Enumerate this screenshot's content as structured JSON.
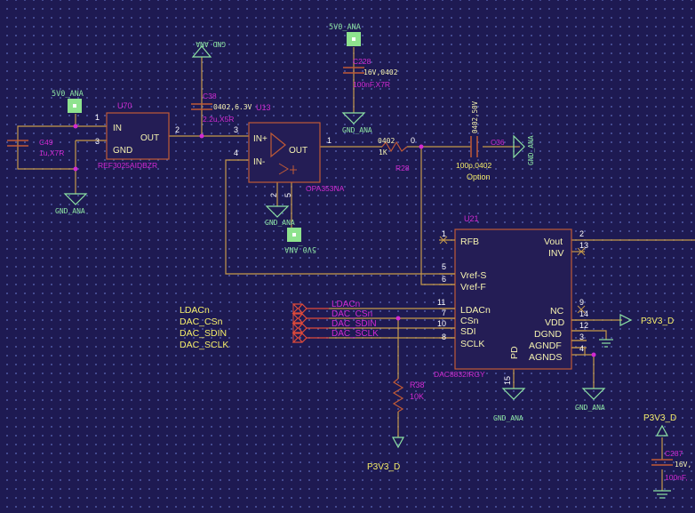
{
  "colors": {
    "background": "#1e1a52",
    "grid_dot": "#4e58a2",
    "component": "#c05a36",
    "component_fill": "#241d55",
    "wire": "#c69a4a",
    "pin": "#f6f3b0",
    "label": "#d22ad2",
    "net_power": "#8de3a4",
    "power_port": "#8ee38e",
    "net_label_yellow": "#f6ee6a",
    "signal_red": "#e04a3a",
    "white": "#ffffff"
  },
  "power_ports": {
    "top_left": "5V0_ANA",
    "top_mid": "5V0_ANA",
    "bottom": "5V0_ANA",
    "gnd_top": "GND_ANA",
    "gnd_c228": "GND_ANA",
    "gnd_c49": "GND_ANA",
    "gnd_u13": "GND_ANA",
    "gnd_c36": "GND_ANA",
    "gnd_u21_15": "GND_ANA",
    "gnd_u21_agnd": "GND_ANA",
    "p3v3_vdd": "P3V3_D",
    "p3v3_r38": "P3V3_D",
    "p3v3_right": "P3V3_D"
  },
  "components": {
    "u70": {
      "ref": "U70",
      "value": "REF3025AIDBZR",
      "pins": {
        "in": "IN",
        "gnd": "GND",
        "out": "OUT"
      },
      "pin_numbers": {
        "in": "1",
        "gnd": "3",
        "out": "2"
      }
    },
    "u13": {
      "ref": "U13",
      "value": "OPA353NA",
      "pins": {
        "in_plus": "IN+",
        "in_minus": "IN-",
        "out": "OUT"
      },
      "pin_numbers": {
        "in_plus": "3",
        "in_minus": "4",
        "out": "1",
        "v_minus": "2",
        "v_plus": "5"
      }
    },
    "u21": {
      "ref": "U21",
      "value": "DAC8832IRGY",
      "pins_left": [
        "RFB",
        "Vref-S",
        "Vref-F",
        "LDACn",
        "CSn",
        "SDI",
        "SCLK"
      ],
      "pin_numbers_left": [
        "1",
        "5",
        "6",
        "11",
        "7",
        "10",
        "8"
      ],
      "pins_right": [
        "Vout",
        "INV",
        "NC",
        "VDD",
        "DGND",
        "AGNDF",
        "AGNDS"
      ],
      "pin_numbers_right": [
        "2",
        "13",
        "9",
        "14",
        "12",
        "3",
        "4"
      ],
      "pin_pd": "PD",
      "pin_pd_number": "15"
    },
    "c38": {
      "ref": "C38",
      "value1": "0402,6.3V",
      "value2": "2.2u,X5R"
    },
    "c228": {
      "ref": "C228",
      "value1": "16V,0402",
      "value2": "100nF,X7R"
    },
    "c49": {
      "ref": "C49",
      "value": "1u,X7R"
    },
    "c36": {
      "ref": "C36",
      "value1": "0402,50V",
      "value2": "100p,0402",
      "note": "Option"
    },
    "r28": {
      "ref": "R28",
      "value1": "0402",
      "value2": "1K",
      "value3": "0"
    },
    "r38": {
      "ref": "R38",
      "value": "10K"
    },
    "c287": {
      "ref": "C287",
      "value1": "16V,",
      "value2": "100nF,"
    }
  },
  "net_labels": {
    "list": [
      "LDACn",
      "DAC_CSn",
      "DAC_SDIN",
      "DAC_SCLK"
    ],
    "ports": [
      "LDACn",
      "DAC_CSn",
      "DAC_SDIN",
      "DAC_SCLK"
    ]
  },
  "net_numbers": {
    "n2": "2",
    "n3": "3",
    "n1": "1",
    "n0": "0",
    "u70_in": "1",
    "u70_gnd": "3"
  }
}
